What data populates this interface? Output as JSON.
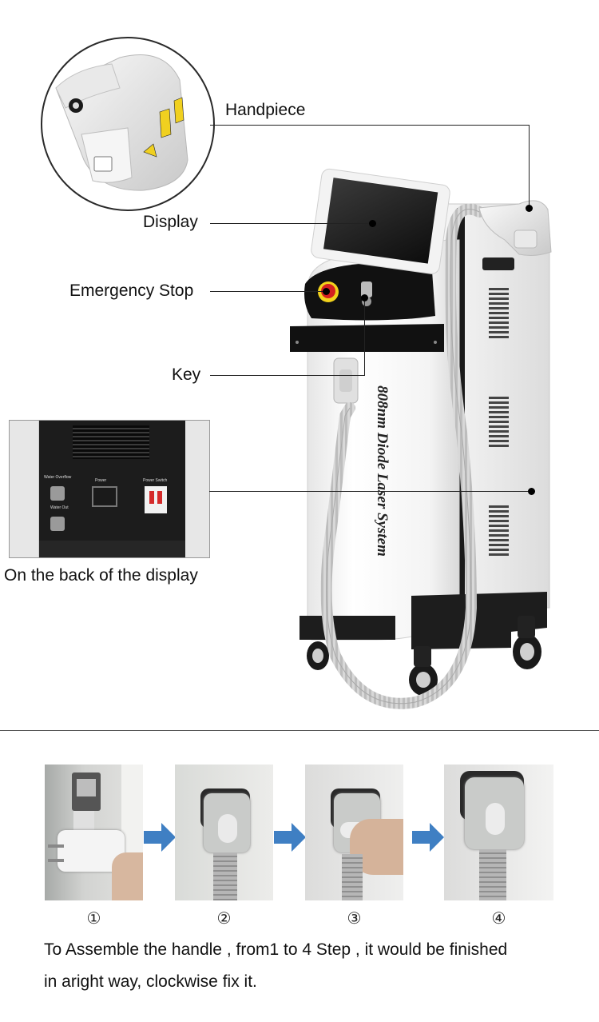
{
  "callouts": {
    "handpiece": "Handpiece",
    "display": "Display",
    "emergency_stop": "Emergency Stop",
    "key": "Key",
    "back_caption": "On the back of the display"
  },
  "machine": {
    "side_text": "808nm Diode Laser System"
  },
  "back_panel": {
    "water_overflow": "Water Overflow",
    "water_out": "Water Out",
    "power": "Power",
    "power_switch": "Power Switch"
  },
  "steps": [
    {
      "number": "①"
    },
    {
      "number": "②"
    },
    {
      "number": "③"
    },
    {
      "number": "④"
    }
  ],
  "instructions": {
    "line1": "To Assemble the handle , from1 to 4 Step , it would be finished",
    "line2": "in aright way, clockwise fix it."
  }
}
